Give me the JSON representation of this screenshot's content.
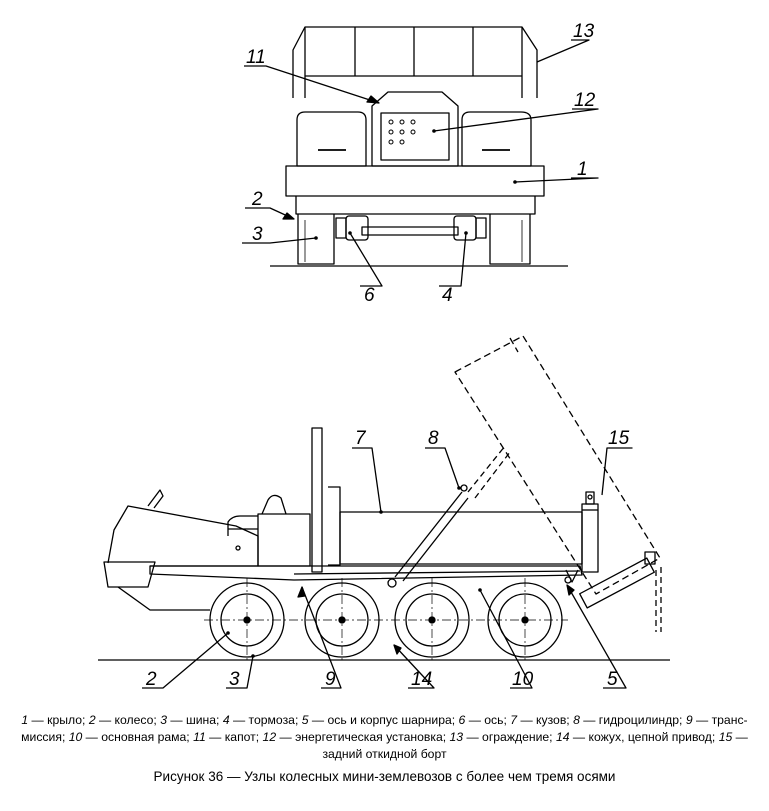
{
  "callouts": {
    "front": {
      "n1": "1",
      "n2": "2",
      "n3": "3",
      "n4": "4",
      "n6": "6",
      "n11": "11",
      "n12": "12",
      "n13": "13"
    },
    "side": {
      "n2": "2",
      "n3": "3",
      "n5": "5",
      "n7": "7",
      "n8": "8",
      "n9": "9",
      "n10": "10",
      "n14": "14",
      "n15": "15"
    }
  },
  "legend": [
    {
      "num": "1",
      "text": " — крыло; "
    },
    {
      "num": "2",
      "text": " — колесо; "
    },
    {
      "num": "3",
      "text": " — шина; "
    },
    {
      "num": "4",
      "text": " — тормоза; "
    },
    {
      "num": "5",
      "text": " — ось и корпус шарнира; "
    },
    {
      "num": "6",
      "text": " — ось; "
    },
    {
      "num": "7",
      "text": " — кузов; "
    },
    {
      "num": "8",
      "text": " — гидроцилиндр; "
    },
    {
      "num": "9",
      "text": " — транс-миссия; "
    },
    {
      "num": "10",
      "text": " — основная рама; "
    },
    {
      "num": "11",
      "text": " — капот; "
    },
    {
      "num": "12",
      "text": " — энергетическая установка; "
    },
    {
      "num": "13",
      "text": " — ограждение; "
    },
    {
      "num": "14",
      "text": " — кожух, цепной привод; "
    },
    {
      "num": "15",
      "text": " — задний откидной борт"
    }
  ],
  "caption": "Рисунок 36 — Узлы колесных мини-землевозов с более чем тремя осями"
}
